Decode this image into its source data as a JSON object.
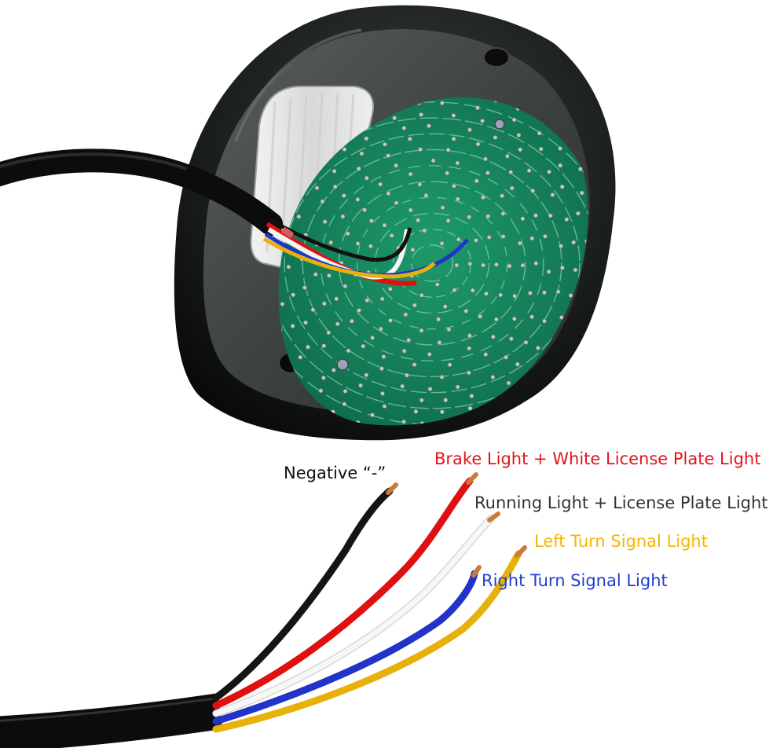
{
  "wire_labels": {
    "negative": {
      "text": "Negative “-”",
      "color": "#111111"
    },
    "brake": {
      "text": "Brake Light + White License Plate Light",
      "color": "#e3141b"
    },
    "running": {
      "text": "Running Light + License Plate Light",
      "color": "#333333"
    },
    "left_turn": {
      "text": "Left Turn Signal Light",
      "color": "#f2b705"
    },
    "right_turn": {
      "text": "Right Turn Signal Light",
      "color": "#1f3fd1"
    }
  },
  "colors": {
    "housing": "#161818",
    "board": "#14885f",
    "trace": "#7fcfa8",
    "led": "#c4c8c4",
    "wire_black": "#151515",
    "wire_red": "#e01010",
    "wire_white": "#f4f4f4",
    "wire_blue": "#2233c8",
    "wire_yellow": "#e8b00a",
    "copper": "#c77d3a"
  }
}
